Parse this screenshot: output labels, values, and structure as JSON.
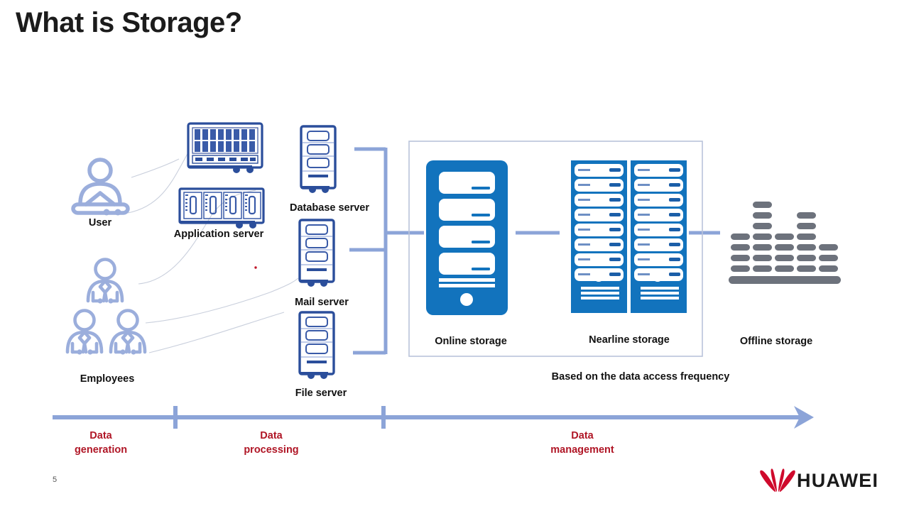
{
  "slide": {
    "title": "What is Storage?",
    "page_number": "5",
    "brand": "HUAWEI"
  },
  "actors": [
    {
      "id": "user",
      "label": "User",
      "icon": "user-at-desk-icon"
    },
    {
      "id": "employees",
      "label": "Employees",
      "icon": "employees-group-icon"
    }
  ],
  "servers": [
    {
      "id": "rack-appliance",
      "label": "",
      "icon": "rack-appliance-icon"
    },
    {
      "id": "application-server",
      "label": "Application server",
      "icon": "blade-chassis-icon"
    },
    {
      "id": "database-server",
      "label": "Database server",
      "icon": "tower-server-icon"
    },
    {
      "id": "mail-server",
      "label": "Mail server",
      "icon": "tower-server-icon"
    },
    {
      "id": "file-server",
      "label": "File server",
      "icon": "tower-server-icon"
    }
  ],
  "storage": {
    "caption": "Based on the data access frequency",
    "tiers": [
      {
        "id": "online",
        "label": "Online storage",
        "icon": "storage-tower-icon",
        "color": "#1273BD",
        "slots": 4
      },
      {
        "id": "nearline",
        "label": "Nearline storage",
        "icon": "storage-rack-pair-icon",
        "color": "#1273BD",
        "slots": 10,
        "racks": 2
      },
      {
        "id": "offline",
        "label": "Offline storage",
        "icon": "tape-library-icon",
        "color": "#6D727C",
        "columns": [
          4,
          6,
          4,
          5,
          3
        ]
      }
    ]
  },
  "timeline": {
    "phases": [
      {
        "id": "data-generation",
        "label": "Data\ngeneration"
      },
      {
        "id": "data-processing",
        "label": "Data\nprocessing"
      },
      {
        "id": "data-management",
        "label": "Data\nmanagement"
      }
    ],
    "axis_color": "#8CA4D8",
    "label_color": "#B01626"
  },
  "colors": {
    "title": "#1b1b1b",
    "server_blue": "#2B4E9B",
    "icon_periwinkle": "#9BAEDC",
    "connector": "#8CA4D8",
    "storage_blue": "#1273BD",
    "tape_gray": "#6D727C",
    "box_border": "#B9C3DA",
    "accent_red": "#B01626",
    "huawei_red": "#CF0A2C"
  }
}
